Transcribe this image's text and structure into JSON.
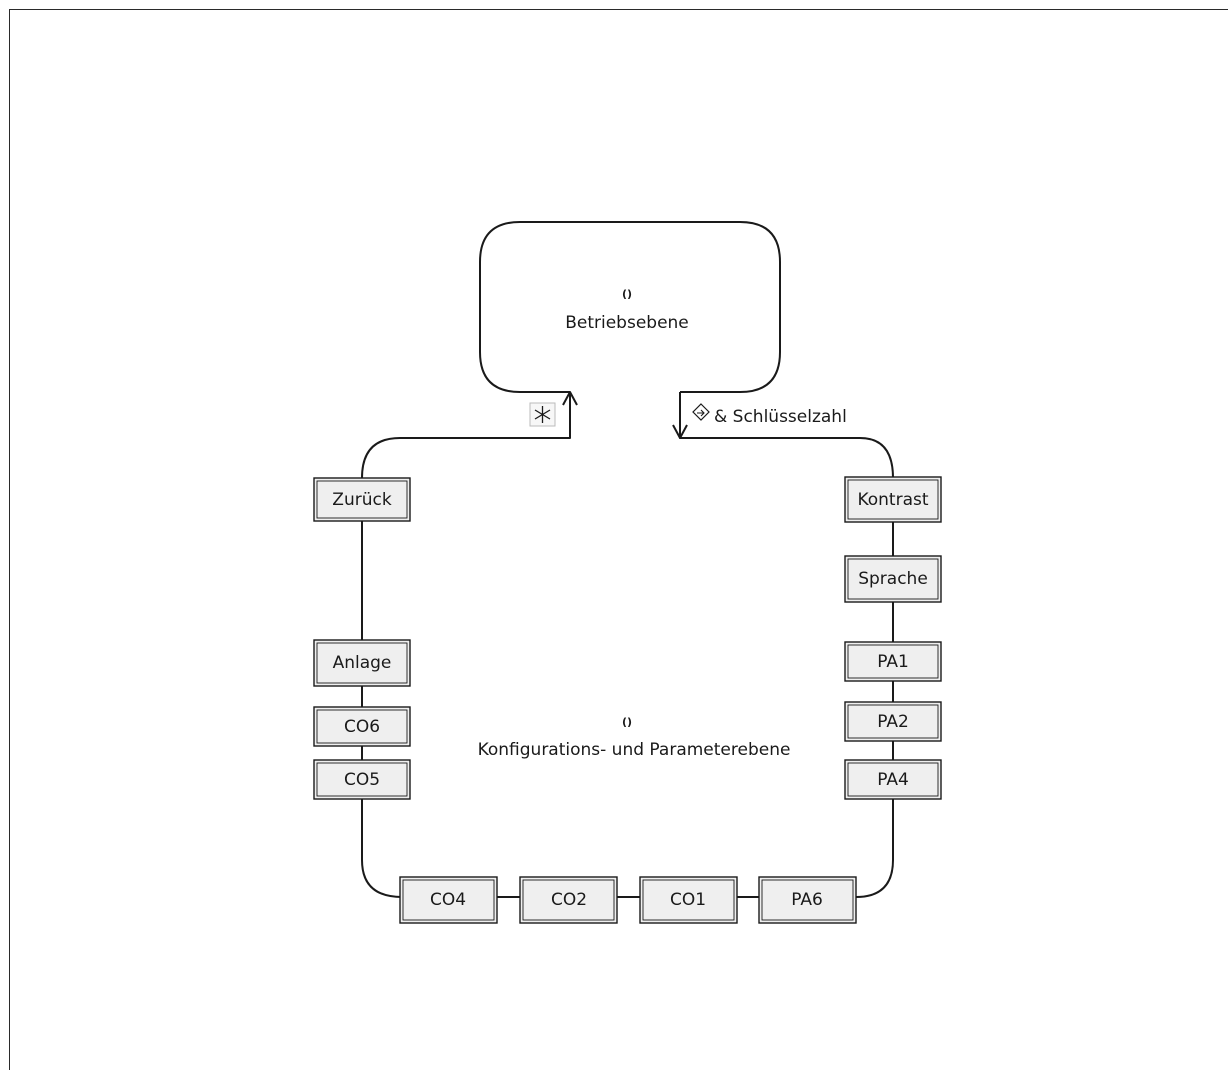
{
  "diagram": {
    "top_level": {
      "marker": "()",
      "label": "Betriebsebene"
    },
    "config_level": {
      "marker": "()",
      "label": "Konfigurations- und Parameterebene"
    },
    "entry_arrow": {
      "label": "& Schlüsselzahl",
      "icon": "enter-key-icon"
    },
    "exit_arrow": {
      "icon": "asterisk-icon"
    },
    "left_column": [
      "Zurück",
      "Anlage",
      "CO6",
      "CO5"
    ],
    "right_column": [
      "Kontrast",
      "Sprache",
      "PA1",
      "PA2",
      "PA4"
    ],
    "bottom_row": [
      "CO4",
      "CO2",
      "CO1",
      "PA6"
    ]
  }
}
